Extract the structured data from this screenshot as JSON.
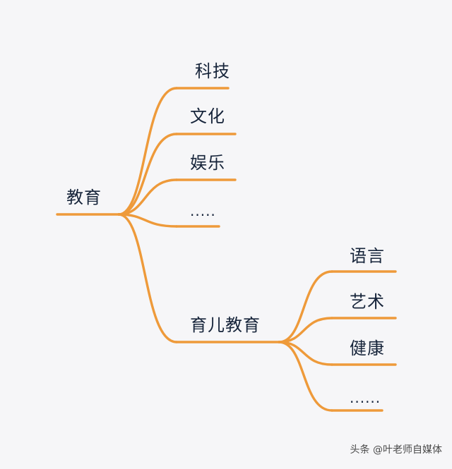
{
  "mindmap": {
    "branch_color": "#ee9a3a",
    "root": {
      "label": "教育"
    },
    "branches": [
      {
        "label": "科技"
      },
      {
        "label": "文化"
      },
      {
        "label": "娱乐"
      },
      {
        "label": "....."
      },
      {
        "label": "育儿教育",
        "children": [
          {
            "label": "语言"
          },
          {
            "label": "艺术"
          },
          {
            "label": "健康"
          },
          {
            "label": "......"
          }
        ]
      }
    ]
  },
  "watermark": {
    "text": "头条 @叶老师自媒体"
  }
}
